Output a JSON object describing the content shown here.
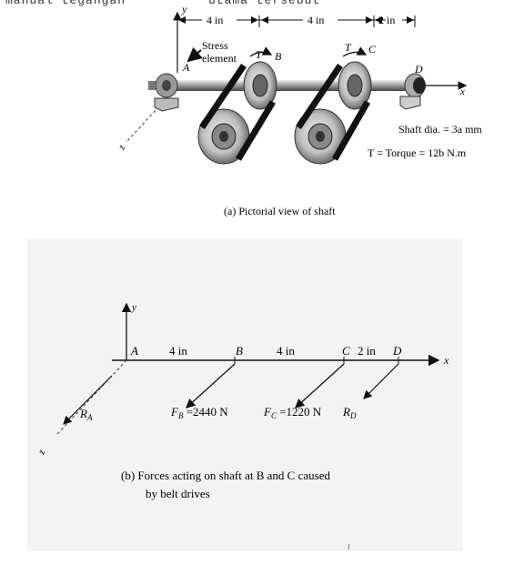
{
  "header": {
    "left_text": "manual tegangan",
    "center_text": "utama tersebut"
  },
  "figure_a": {
    "dim_ab": "4 in",
    "dim_bc": "4 in",
    "dim_cd": "2 in",
    "axis_y": "y",
    "axis_x": "x",
    "axis_z": "z",
    "stress_label_line1": "Stress",
    "stress_label_line2": "element",
    "point_a": "A",
    "point_b": "B",
    "point_c": "C",
    "point_d": "D",
    "torque_t1": "T",
    "torque_t2": "T",
    "shaft_dia": "Shaft dia. = 3a mm",
    "torque_def": "T = Torque = 12b N.m",
    "caption": "(a) Pictorial view of shaft"
  },
  "figure_b": {
    "axis_y": "y",
    "axis_x": "x",
    "axis_z": "z",
    "point_a": "A",
    "point_b": "B",
    "point_c": "C",
    "point_d": "D",
    "dim_ab": "4 in",
    "dim_bc": "4 in",
    "dim_cd": "2 in",
    "reaction_a": "R",
    "reaction_a_sub": "A",
    "force_b": "F",
    "force_b_sub": "B",
    "force_b_value": " =2440 N",
    "force_c": "F",
    "force_c_sub": "C",
    "force_c_value": " =1220 N",
    "reaction_d": "R",
    "reaction_d_sub": "D",
    "caption_line1": "(b)  Forces acting on shaft at B and C caused",
    "caption_line2": "by belt drives"
  }
}
